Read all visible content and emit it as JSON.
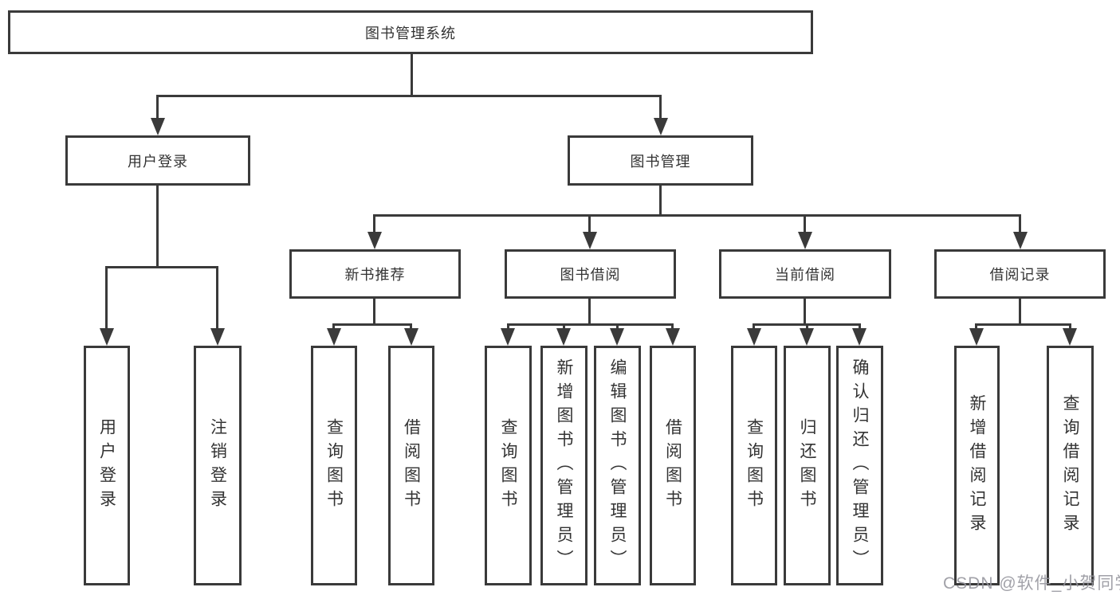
{
  "diagram": {
    "root_label": "图书管理系统",
    "level2": [
      {
        "label": "用户登录"
      },
      {
        "label": "图书管理"
      }
    ],
    "level3": [
      {
        "label": "新书推荐"
      },
      {
        "label": "图书借阅"
      },
      {
        "label": "当前借阅"
      },
      {
        "label": "借阅记录"
      }
    ],
    "leaf_groups": [
      {
        "items": [
          "用户登录",
          "注销登录"
        ]
      },
      {
        "items": [
          "查询图书",
          "借阅图书"
        ]
      },
      {
        "items": [
          "查询图书",
          "新增图书（管理员）",
          "编辑图书（管理员）",
          "借阅图书"
        ]
      },
      {
        "items": [
          "查询图书",
          "归还图书",
          "确认归还（管理员）"
        ]
      },
      {
        "items": [
          "新增借阅记录",
          "查询借阅记录"
        ]
      }
    ]
  },
  "watermark": {
    "text": "CSDN @软件_小贺同学"
  },
  "colors": {
    "line": "#3a3a3a",
    "text": "#333333",
    "background": "#ffffff",
    "watermark": "#94949c"
  }
}
